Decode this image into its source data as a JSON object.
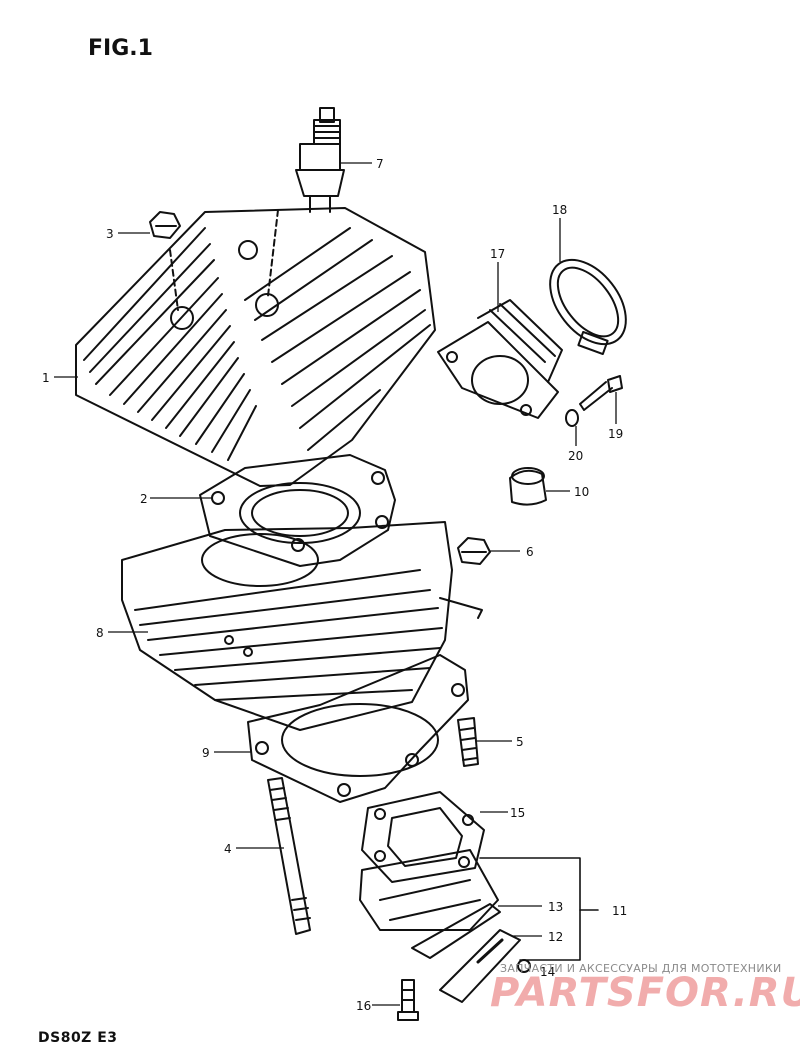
{
  "figure": {
    "title": "FIG.1",
    "model": "DS80Z  E3"
  },
  "parts": [
    {
      "num": "1"
    },
    {
      "num": "2"
    },
    {
      "num": "3"
    },
    {
      "num": "4"
    },
    {
      "num": "5"
    },
    {
      "num": "6"
    },
    {
      "num": "7"
    },
    {
      "num": "8"
    },
    {
      "num": "9"
    },
    {
      "num": "10"
    },
    {
      "num": "11"
    },
    {
      "num": "12"
    },
    {
      "num": "13"
    },
    {
      "num": "14"
    },
    {
      "num": "15"
    },
    {
      "num": "16"
    },
    {
      "num": "17"
    },
    {
      "num": "18"
    },
    {
      "num": "19"
    },
    {
      "num": "20"
    }
  ],
  "watermark": {
    "top_text": "ЗАПЧАСТИ И АКСЕССУАРЫ ДЛЯ МОТОТЕХНИКИ",
    "brand": "PARTSFOR.RU",
    "brand_color": "#e66a6a"
  }
}
